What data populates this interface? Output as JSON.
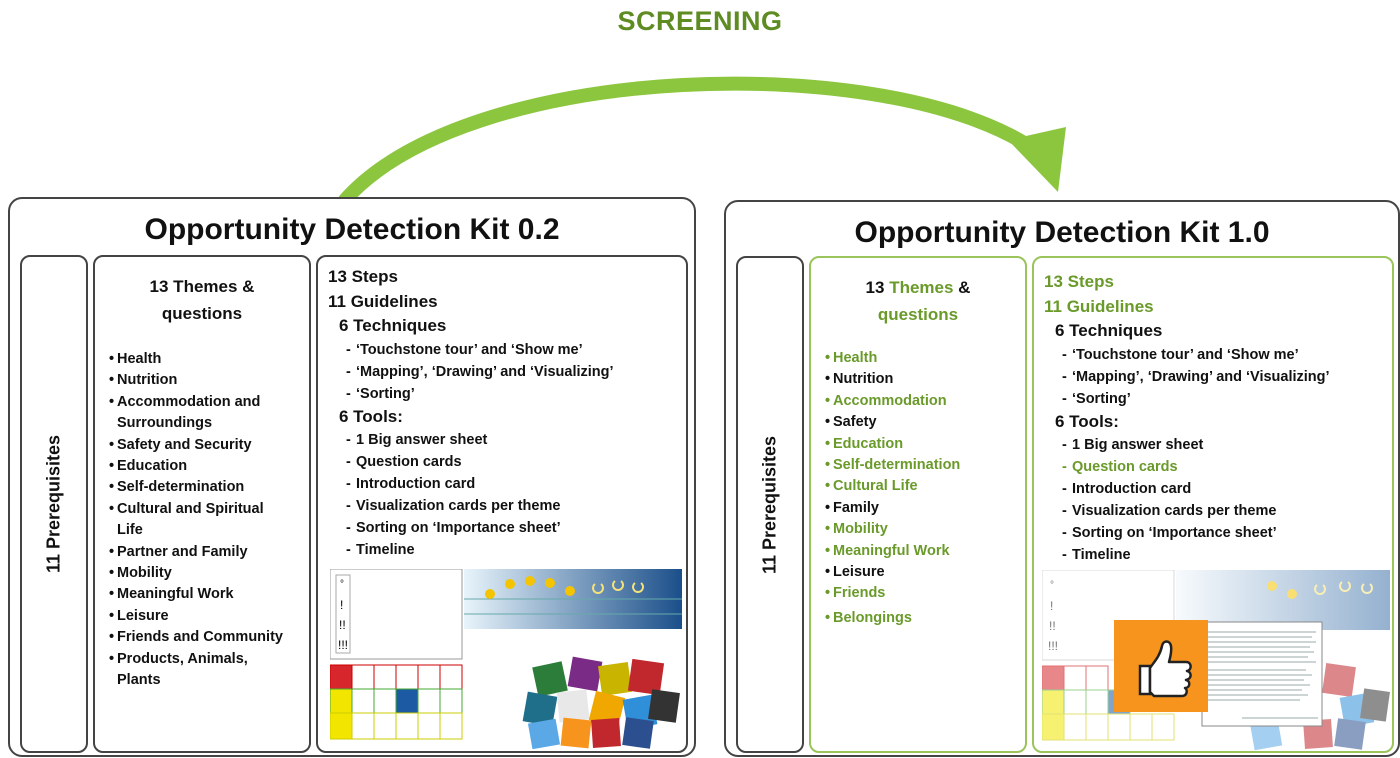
{
  "header": {
    "screening_label": "SCREENING"
  },
  "kit_left": {
    "title": "Opportunity Detection Kit 0.2",
    "prereq": "11 Prerequisites",
    "themes_head_1": "13 Themes &",
    "themes_head_2": "questions",
    "themes": [
      "Health",
      "Nutrition",
      "Accommodation and",
      "Surroundings",
      "Safety and Security",
      "Education",
      "Self-determination",
      "Cultural and Spiritual",
      "Life",
      "Partner and Family",
      "Mobility",
      "Meaningful Work",
      "Leisure",
      "Friends and Community",
      "Products, Animals,",
      "Plants"
    ],
    "steps": "13  Steps",
    "guidelines": "11  Guidelines",
    "techniques": "6  Techniques",
    "techniques_list": [
      "‘Touchstone tour’ and ‘Show me’",
      "‘Mapping’, ‘Drawing’ and  ‘Visualizing’",
      "‘Sorting’"
    ],
    "tools": "6  Tools:",
    "tools_list": [
      "1 Big answer sheet",
      "Question cards",
      "Introduction card",
      "Visualization cards per theme",
      "Sorting on ‘Importance sheet’",
      "Timeline"
    ]
  },
  "kit_right": {
    "title": "Opportunity Detection Kit 1.0",
    "prereq": "11 Prerequisites",
    "themes_head_1a": "13 ",
    "themes_head_1b": "Themes",
    "themes_head_1c": " &",
    "themes_head_2": "questions",
    "themes": [
      "Health",
      "Nutrition",
      "Accommodation",
      "Safety",
      "Education",
      "Self-determination",
      "Cultural Life",
      "Family",
      "Mobility",
      "Meaningful Work",
      "Leisure",
      "Friends",
      "Belongings"
    ],
    "steps": "13  Steps",
    "guidelines": "11  Guidelines",
    "techniques": "6  Techniques",
    "techniques_list": [
      "‘Touchstone tour’ and ‘Show me’",
      "‘Mapping’, ‘Drawing’ and  ‘Visualizing’",
      "‘Sorting’"
    ],
    "tools": "6  Tools:",
    "tools_list": [
      "1 Big answer sheet",
      "Question cards",
      "Introduction card",
      "Visualization cards per theme",
      "Sorting on ‘Importance sheet’",
      "Timeline"
    ]
  },
  "colors": {
    "green": "#6a9a2a",
    "arrow_green": "#8cc63f",
    "orange": "#f7941d"
  }
}
